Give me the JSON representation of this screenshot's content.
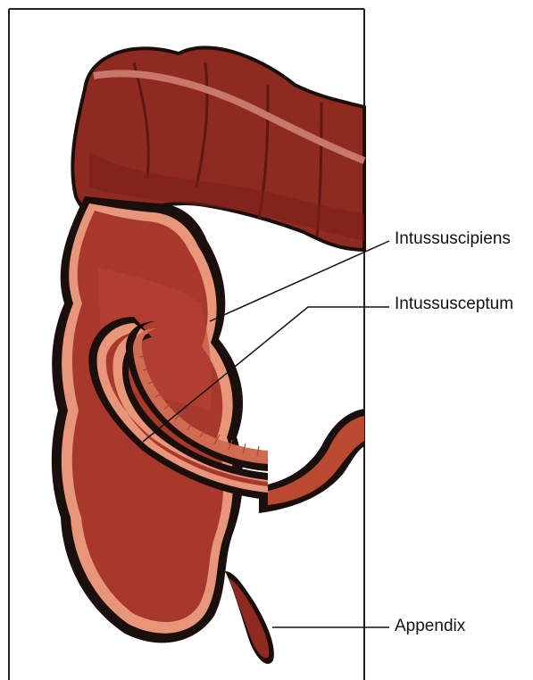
{
  "labels": {
    "intussuscipiens": "Intussuscipiens",
    "intussusceptum": "Intussusceptum",
    "appendix": "Appendix"
  },
  "colors": {
    "bowel_outer": "#8e2a1f",
    "bowel_inner": "#a8382b",
    "lining": "#e8967a",
    "outline": "#111111",
    "background": "#ffffff"
  }
}
